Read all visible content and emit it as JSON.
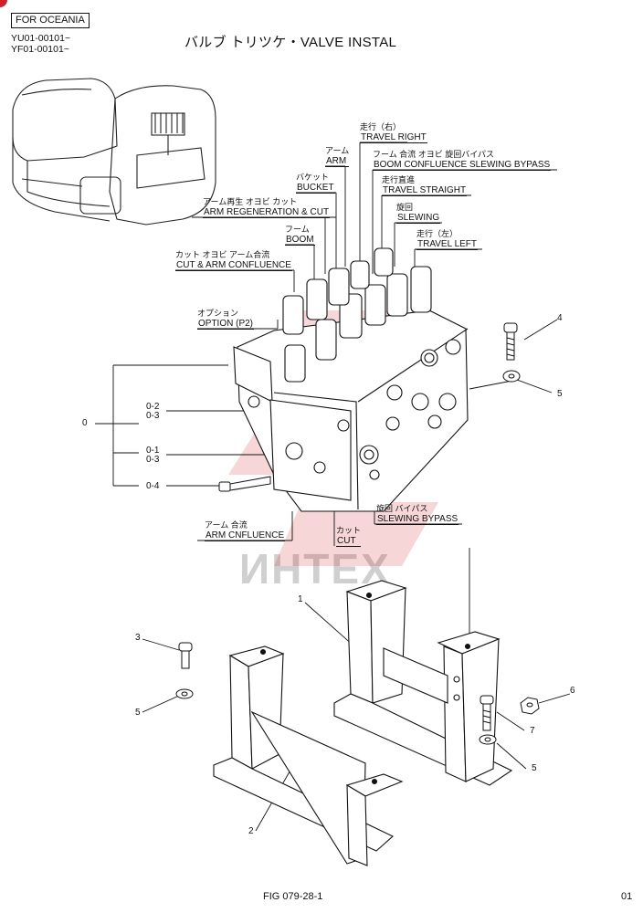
{
  "header": {
    "region_tag": "FOR OCEANIA",
    "serials": [
      "YU01-00101~",
      "YF01-00101~"
    ],
    "title": "バルブ トリツケ・VALVE INSTAL"
  },
  "watermark": "ИНТЕХ",
  "callouts": [
    {
      "id": "travel-right",
      "jp": "走行（右）",
      "en": "TRAVEL RIGHT"
    },
    {
      "id": "boom-confluence-slewing-bypass",
      "jp": "フーム 合流 オヨビ 旋回バイパス",
      "en": "BOOM CONFLUENCE SLEWING BYPASS"
    },
    {
      "id": "arm",
      "jp": "アーム",
      "en": "ARM"
    },
    {
      "id": "bucket",
      "jp": "バケット",
      "en": "BUCKET"
    },
    {
      "id": "travel-straight",
      "jp": "走行直進",
      "en": "TRAVEL STRAIGHT"
    },
    {
      "id": "arm-regeneration-cut",
      "jp": "アーム再生 オヨビ カット",
      "en": "ARM REGENERATION & CUT"
    },
    {
      "id": "slewing",
      "jp": "旋回",
      "en": "SLEWING"
    },
    {
      "id": "boom",
      "jp": "フーム",
      "en": "BOOM"
    },
    {
      "id": "travel-left",
      "jp": "走行（左）",
      "en": "TRAVEL LEFT"
    },
    {
      "id": "cut-arm-confluence",
      "jp": "カット オヨビ アーム合流",
      "en": "CUT & ARM CONFLUENCE"
    },
    {
      "id": "option-p2",
      "jp": "オプション",
      "en": "OPTION (P2)"
    },
    {
      "id": "arm-cnfluence",
      "jp": "アーム 合流",
      "en": "ARM CNFLUENCE"
    },
    {
      "id": "cut",
      "jp": "カット",
      "en": "CUT"
    },
    {
      "id": "slewing-bypass",
      "jp": "旋回 バイパス",
      "en": "SLEWING BYPASS"
    }
  ],
  "part_numbers": {
    "n0": "0",
    "n0_2": "0-2",
    "n0_3a": "0-3",
    "n0_1": "0-1",
    "n0_3b": "0-3",
    "n0_4": "0-4",
    "n1": "1",
    "n2": "2",
    "n3": "3",
    "n4": "4",
    "n5a": "5",
    "n5b": "5",
    "n5c": "5",
    "n6": "6",
    "n7": "7"
  },
  "footer": {
    "figure": "FIG 079-28-1",
    "page": "01"
  }
}
